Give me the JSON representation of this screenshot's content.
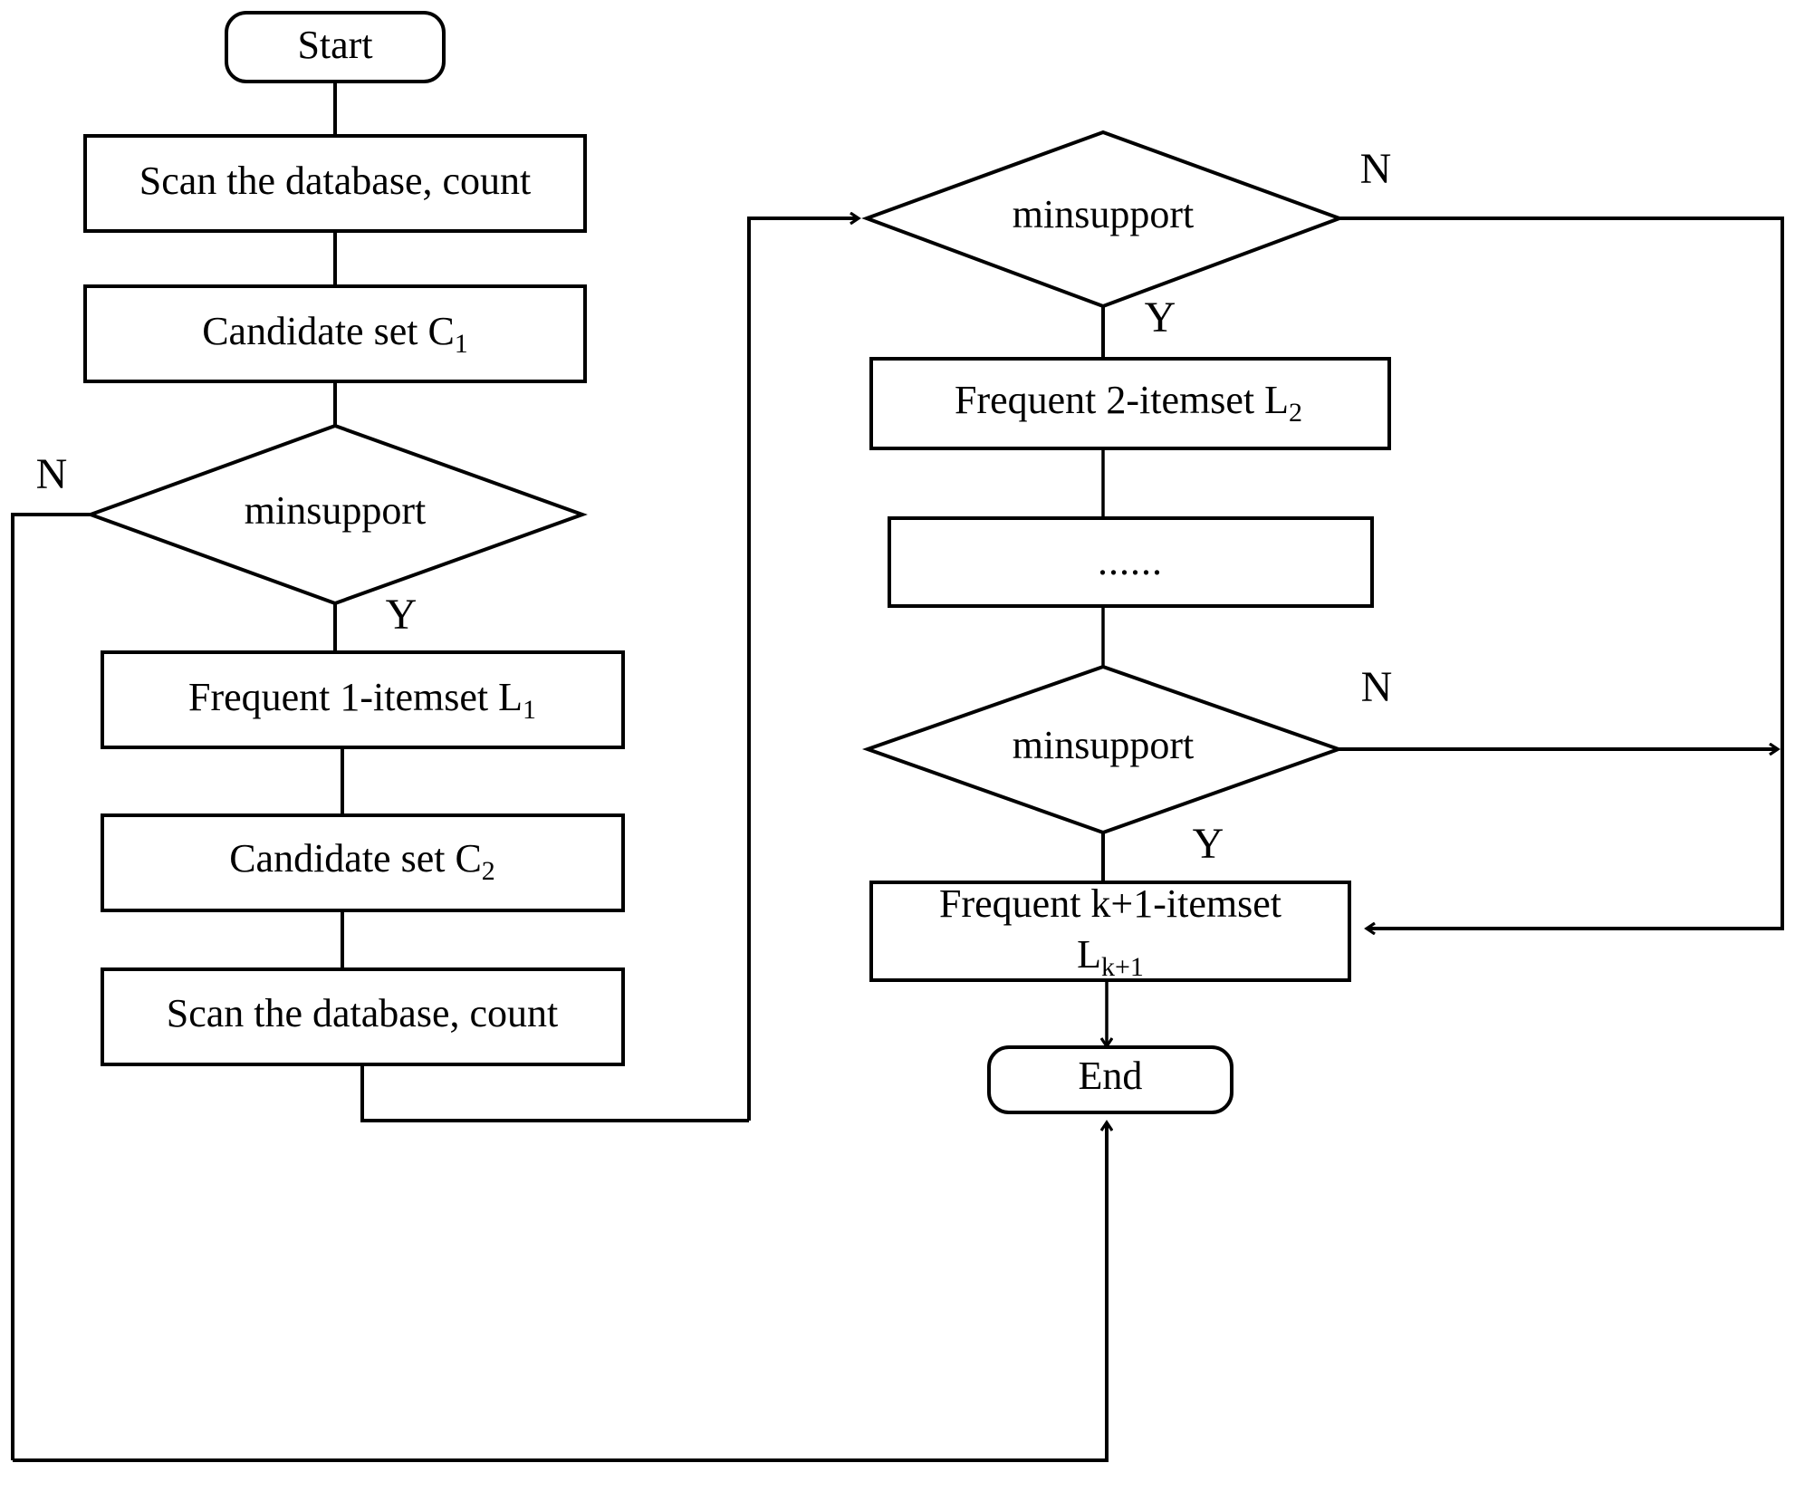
{
  "diagram": {
    "title": "Apriori Algorithm Flowchart",
    "type": "flowchart",
    "colors": {
      "background": "#ffffff",
      "stroke": "#000000",
      "fill": "#ffffff",
      "text": "#000000"
    }
  },
  "nodes": {
    "start": {
      "label": "Start",
      "shape": "terminator"
    },
    "scan1": {
      "label": "Scan the database, count",
      "shape": "process"
    },
    "candidate1": {
      "label": "Candidate set C",
      "sub": "1",
      "shape": "process"
    },
    "minsupport1": {
      "label": "minsupport",
      "shape": "decision"
    },
    "frequent1": {
      "label": "Frequent 1-itemset L",
      "sub": "1",
      "shape": "process"
    },
    "candidate2": {
      "label": "Candidate set C",
      "sub": "2",
      "shape": "process"
    },
    "scan2": {
      "label": "Scan the database, count",
      "shape": "process"
    },
    "minsupport2": {
      "label": "minsupport",
      "shape": "decision"
    },
    "frequent2": {
      "label": "Frequent 2-itemset L",
      "sub": "2",
      "shape": "process"
    },
    "ellipsis": {
      "label": "......",
      "shape": "process"
    },
    "minsupport3": {
      "label": "minsupport",
      "shape": "decision"
    },
    "frequentk": {
      "label": "Frequent k+1-itemset",
      "label2": "L",
      "sub": "k+1",
      "shape": "process"
    },
    "end": {
      "label": "End",
      "shape": "terminator"
    }
  },
  "branch_labels": {
    "n1": "N",
    "y1": "Y",
    "n2": "N",
    "y2": "Y",
    "n3": "N",
    "y3": "Y"
  }
}
